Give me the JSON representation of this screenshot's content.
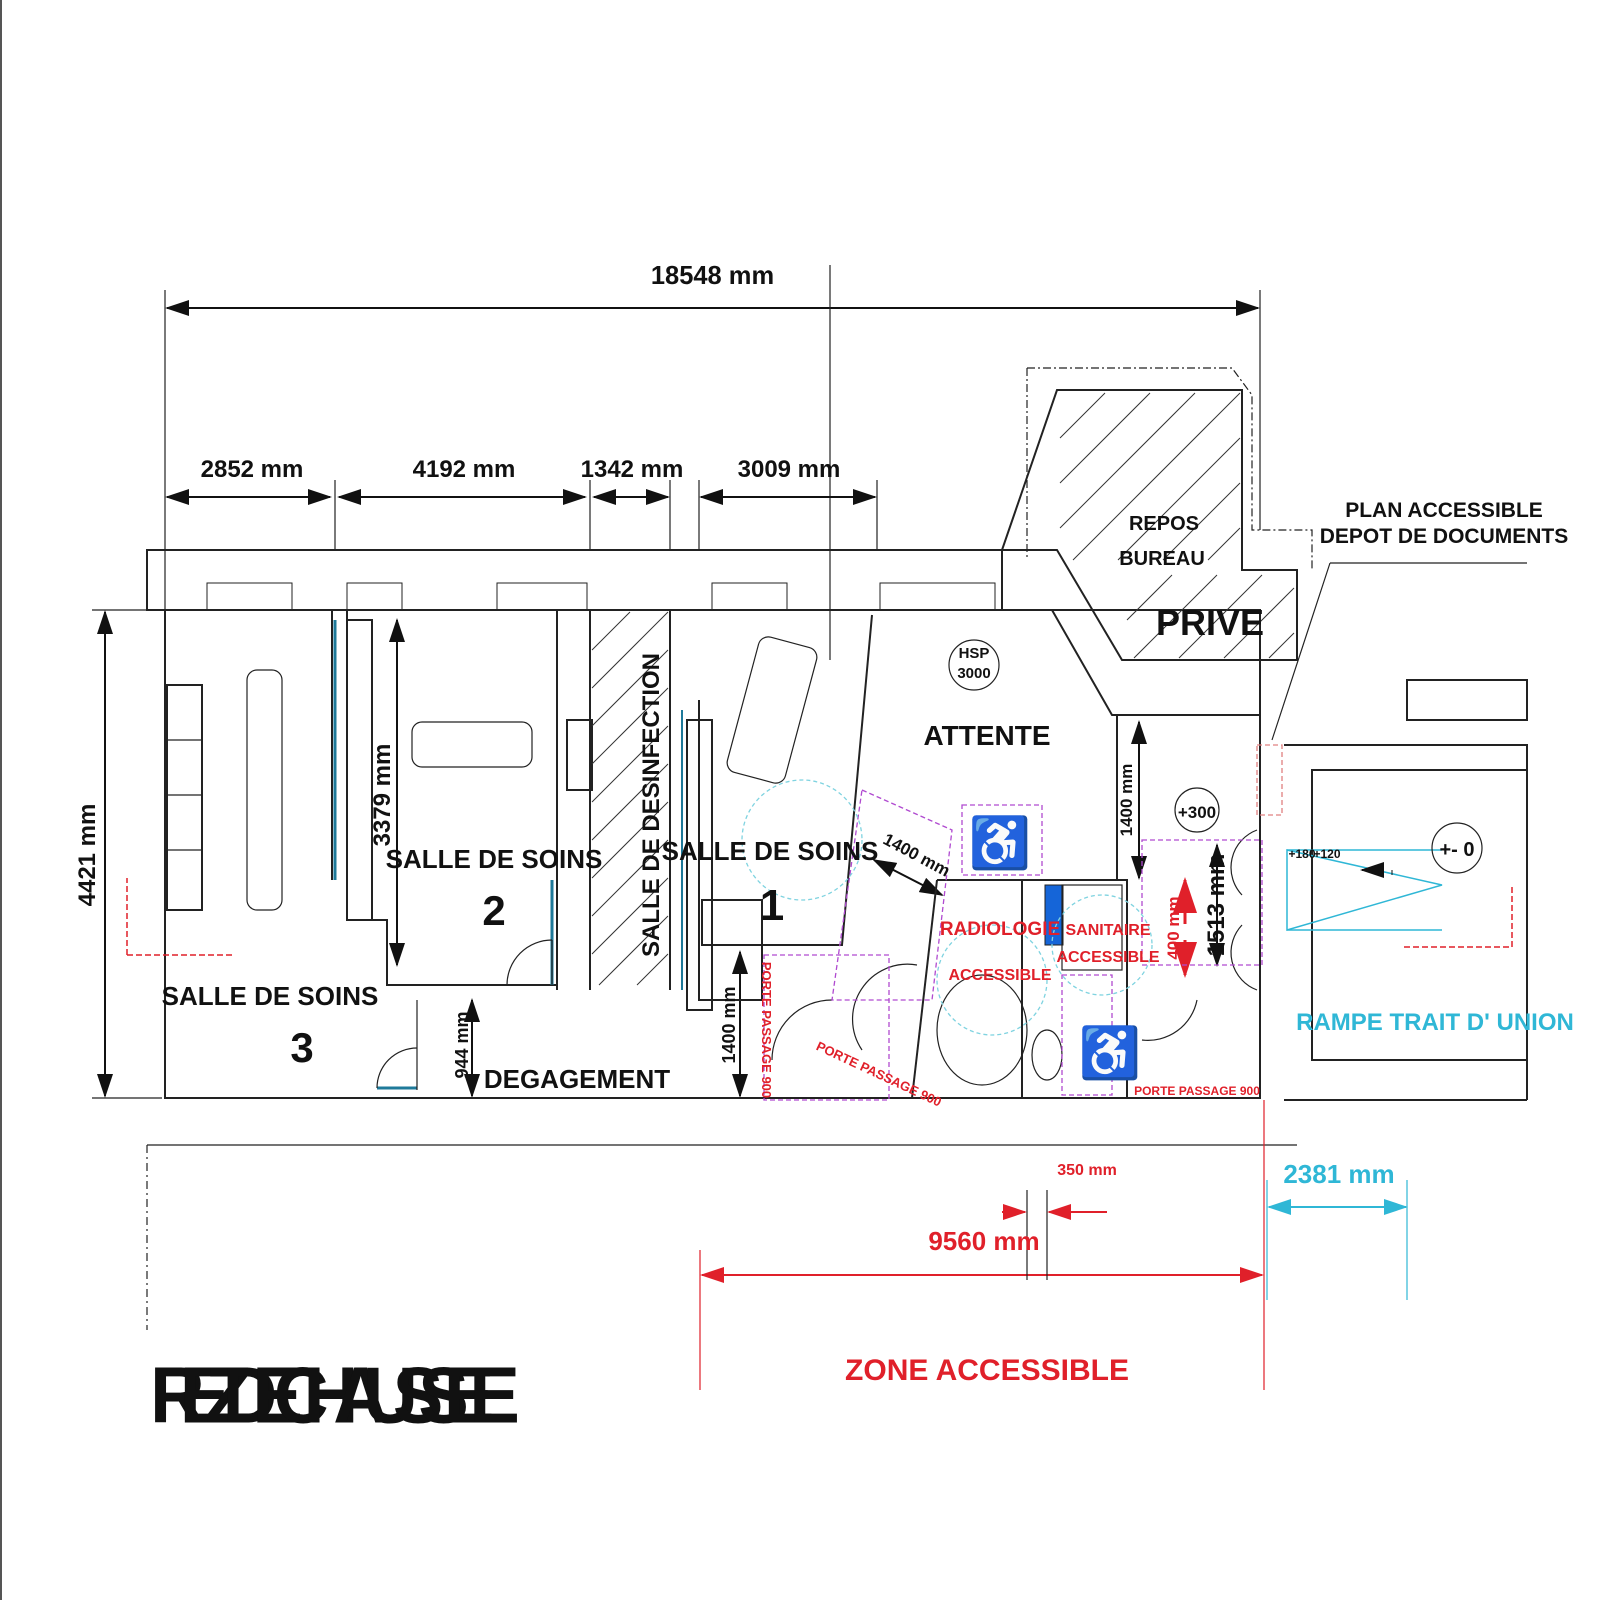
{
  "title": "REZ DE CHAUSSEE",
  "dimensions": {
    "total_width": "18548 mm",
    "segment_1": "2852 mm",
    "segment_2": "4192 mm",
    "segment_3": "1342 mm",
    "segment_4": "3009 mm",
    "depth": "4421 mm",
    "salle2_depth": "3379 mm",
    "degagement_width": "944 mm",
    "passage_1400_left": "1400 mm",
    "passage_1400_diag": "1400 mm",
    "passage_1400_right": "1400 mm",
    "sanitaire_400": "400 mm",
    "entrance_1513": "1513 mm",
    "gap_350": "350 mm",
    "zone_9560": "9560 mm",
    "ramp_2381": "2381 mm"
  },
  "rooms": {
    "salle3": {
      "name": "SALLE DE SOINS",
      "num": "3"
    },
    "salle2": {
      "name": "SALLE DE SOINS",
      "num": "2"
    },
    "salle1": {
      "name": "SALLE DE SOINS",
      "num": "1"
    },
    "desinfection": "SALLE DE DESINFECTION",
    "degagement": "DEGAGEMENT",
    "attente": "ATTENTE",
    "hsp": [
      "HSP",
      "3000"
    ],
    "repos": "REPOS",
    "bureau": "BUREAU",
    "prive": "PRIVE",
    "radiologie": "RADIOLOGIE",
    "radiologie_acc": "ACCESSIBLE",
    "sanitaire": "SANITAIRE",
    "sanitaire_acc": "ACCESSIBLE",
    "ramp": "RAMPE TRAIT D' UNION"
  },
  "labels": {
    "plan_line1": "PLAN ACCESSIBLE",
    "plan_line2": "DEPOT DE DOCUMENTS",
    "porte_1": "PORTE PASSAGE 900",
    "porte_2": "PORTE PASSAGE 900",
    "porte_3": "PORTE PASSAGE 900",
    "zone_accessible": "ZONE ACCESSIBLE",
    "level_300": "+300",
    "level_0": "+- 0",
    "level_180": "+180",
    "level_120": "+120"
  },
  "colors": {
    "accessible": "#e0202a",
    "ramp": "#2fb7d6",
    "door_zone": "#b04ad0",
    "blue_panel": "#1565d8"
  }
}
